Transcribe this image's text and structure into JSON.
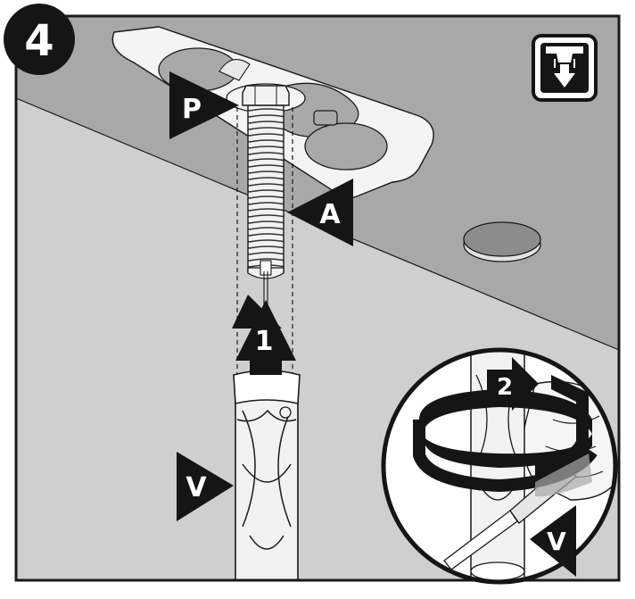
{
  "step": {
    "number": "4"
  },
  "callouts": {
    "p": "P",
    "a": "A",
    "v_main": "V",
    "v_detail": "V",
    "step_1": "1",
    "step_2": "2"
  },
  "icons": {
    "install_under_counter": "under-counter-mount-icon"
  },
  "colors": {
    "outline": "#1a1a1a",
    "counter_top": "#a9a9a9",
    "cabinet": "#cfcfcf",
    "plate": "#f4f4f4",
    "callout": "#151515"
  }
}
